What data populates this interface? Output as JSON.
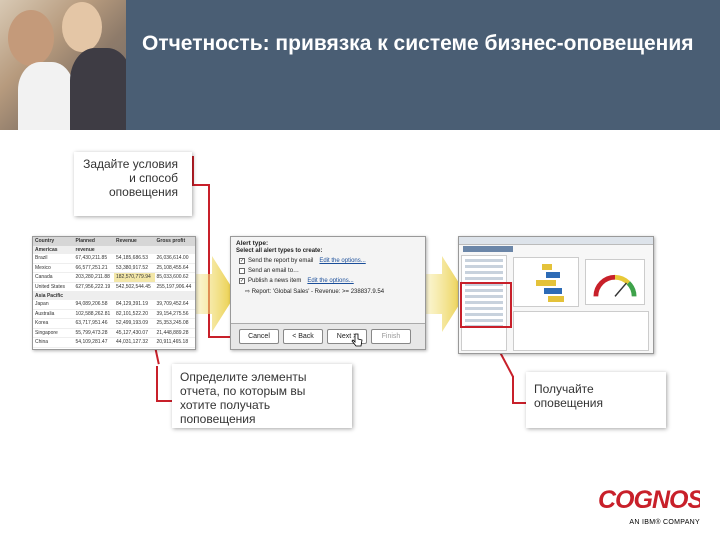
{
  "slide": {
    "title": "Отчетность: привязка к системе бизнес-оповещения"
  },
  "callouts": {
    "conditions": "Задайте условия и способ оповещения",
    "elements": "Определите элементы отчета, по которым вы хотите получать поповещения",
    "receive": "Получайте оповещения"
  },
  "report_table": {
    "columns": [
      "Country",
      "Planned revenue",
      "Revenue",
      "Gross profit"
    ],
    "sections": [
      {
        "name": "Americas",
        "rows": [
          [
            "Brazil",
            "67,430,211.85",
            "54,185,686.53",
            "26,036,614.00"
          ],
          [
            "Mexico",
            "66,577,251.21",
            "53,380,917.52",
            "25,108,455.64"
          ],
          [
            "Canada",
            "203,280,211.88",
            "182,570,779.94",
            "85,033,600.62"
          ],
          [
            "United States",
            "627,956,222.19",
            "542,502,544.45",
            "255,197,906.44"
          ]
        ]
      },
      {
        "name": "Asia Pacific",
        "rows": [
          [
            "Japan",
            "94,089,206.58",
            "84,129,391.19",
            "39,709,452.64"
          ],
          [
            "Australia",
            "102,588,262.81",
            "82,101,522.20",
            "39,154,275.56"
          ],
          [
            "Korea",
            "63,717,951.46",
            "52,499,193.09",
            "25,353,245.08"
          ],
          [
            "Singapore",
            "55,799,473.28",
            "45,127,430.07",
            "21,448,889.28"
          ],
          [
            "China",
            "54,109,281.47",
            "44,031,127.32",
            "20,911,465.18"
          ]
        ]
      }
    ]
  },
  "alert_dialog": {
    "heading": "Alert type:",
    "subheading": "Select all alert types to create:",
    "options": [
      {
        "label": "Send the report by email",
        "link": "Edit the options...",
        "checked": true
      },
      {
        "label": "Send an email to…",
        "link": "",
        "checked": false
      },
      {
        "label": "Publish a news item",
        "link": "Edit the options...",
        "checked": true
      }
    ],
    "report_line": "⇨ Report: 'Global Sales' - Revenue: >= 238837.9.54",
    "buttons": {
      "cancel": "Cancel",
      "back": "< Back",
      "next": "Next >",
      "finish": "Finish"
    }
  },
  "logo": {
    "name": "COGNOS",
    "company_line": "AN IBM® COMPANY",
    "color": "#c8202a"
  },
  "colors": {
    "header_bg": "#4a5e74",
    "accent_red": "#c8202a",
    "arrow_yellow": "#e8c937"
  }
}
